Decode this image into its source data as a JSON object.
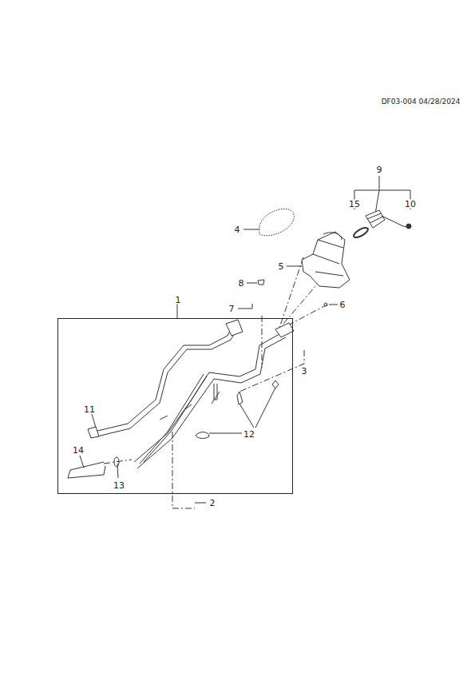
{
  "diagram": {
    "nodes": [
      {
        "text": [
          "1",
          "11",
          "12",
          "13",
          "14"
        ]
      }
    ],
    "labels": [
      "DF03-004 04/28/2024",
      "9",
      "15",
      "10",
      "4",
      "5",
      "8",
      "7",
      "6",
      "3",
      "2"
    ]
  }
}
